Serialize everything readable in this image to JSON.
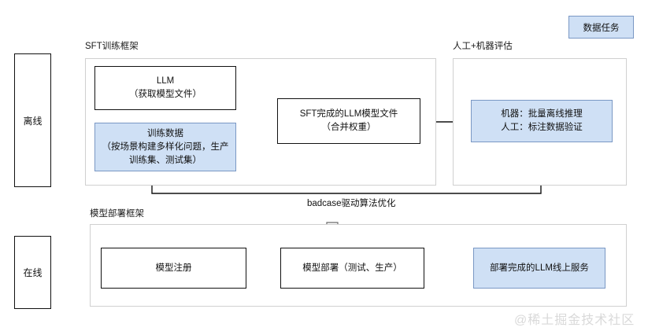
{
  "diagram": {
    "title_badge": {
      "label": "数据任务"
    },
    "rails": [
      {
        "name": "offline",
        "label": "离线"
      },
      {
        "name": "online",
        "label": "在线"
      }
    ],
    "groups": [
      {
        "name": "sft-training-framework",
        "label": "SFT训练框架"
      },
      {
        "name": "human-machine-evaluation",
        "label": "人工+机器评估"
      },
      {
        "name": "model-deployment-framework",
        "label": "模型部署框架"
      }
    ],
    "nodes": {
      "llm": "LLM\n（获取模型文件）",
      "training_data": "训练数据\n（按场景构建多样化问题，生产\n训练集、测试集）",
      "sft_model_file": "SFT完成的LLM模型文件\n（合并权重）",
      "evaluation": "机器：批量离线推理\n人工：标注数据验证",
      "model_register": "模型注册",
      "model_deploy": "模型部署（测试、生产）",
      "online_service": "部署完成的LLM线上服务"
    },
    "edges": [
      {
        "name": "badcase-feedback",
        "label": "badcase驱动算法优化"
      }
    ],
    "watermark": "@稀土掘金技术社区",
    "colors": {
      "accent_fill": "#cfe0f5",
      "accent_border": "#7a98c4",
      "node_border": "#111111",
      "group_border": "#d0d0d0",
      "watermark": "#d9d9d9"
    }
  }
}
